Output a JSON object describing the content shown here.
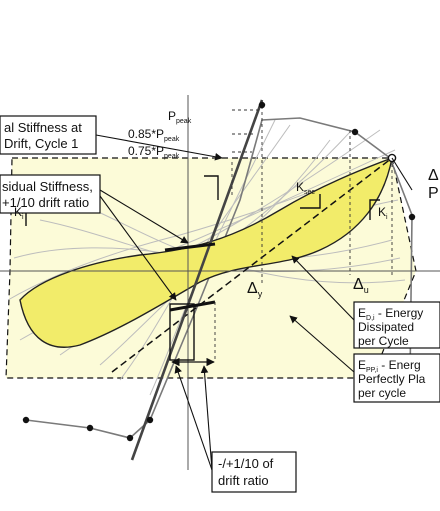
{
  "labels": {
    "callout1_line1": "al Stiffness at",
    "callout1_line2": "Drift, Cycle 1",
    "callout2_line1": "sidual Stiffness,",
    "callout2_line2": "+1/10 drift ratio",
    "p_peak": "P",
    "p_peak_sub": "peak",
    "p85": "0.85*P",
    "p85_sub": "peak",
    "p75": "0.75*P",
    "p75_sub": "peak",
    "k_sec": "K",
    "k_sec_sub": "sec",
    "k_i_left": "K",
    "k_i_left_sub": "i",
    "k_i_right": "K",
    "k_i_right_sub": "i",
    "delta_y": "Δ",
    "delta_y_sub": "y",
    "delta_u": "Δ",
    "delta_u_sub": "u",
    "corner_delta": "Δ",
    "corner_p": "P",
    "ed_line1": "E",
    "ed_line1_sub": "D,i",
    "ed_line1_rest": " - Energy",
    "ed_line2": "Dissipated",
    "ed_line3": "per Cycle",
    "epp_line1": "E",
    "epp_line1_sub": "PP,i",
    "epp_line1_rest": " - Energ",
    "epp_line2": "Perfectly Pla",
    "epp_line3": "per cycle",
    "drift_line1": "-/+1/10 of",
    "drift_line2": "drift ratio"
  },
  "colors": {
    "loop_fill": "#f2ec6a",
    "envelope_fill": "#fcfbd8",
    "outline": "#222222",
    "grey_curves": "#b9b9b9",
    "envelope_line": "#7a7a7a"
  }
}
